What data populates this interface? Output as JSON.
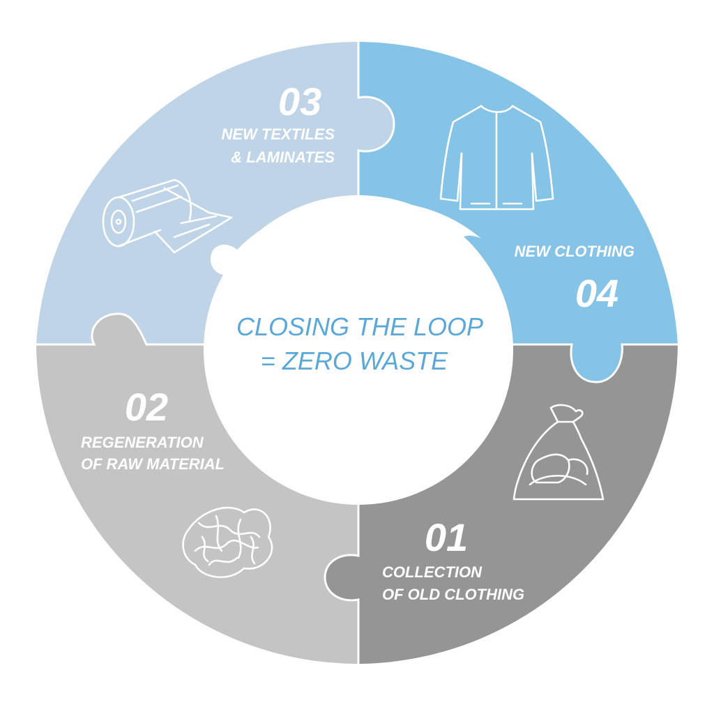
{
  "title": {
    "line1": "CLOSING THE LOOP",
    "line2": "= ZERO WASTE"
  },
  "segments": [
    {
      "number": "01",
      "label_line1": "COLLECTION",
      "label_line2": "OF OLD CLOTHING",
      "color": "#959595",
      "icon": "clothing-bag-icon"
    },
    {
      "number": "02",
      "label_line1": "REGENERATION",
      "label_line2": "OF RAW MATERIAL",
      "color": "#c4c4c4",
      "icon": "fiber-tangle-icon"
    },
    {
      "number": "03",
      "label_line1": "NEW TEXTILES",
      "label_line2": "& LAMINATES",
      "color": "#bfd4e6",
      "icon": "fabric-roll-icon"
    },
    {
      "number": "04",
      "label_line1": "NEW CLOTHING",
      "color": "#85c3e7",
      "icon": "jacket-icon"
    }
  ]
}
